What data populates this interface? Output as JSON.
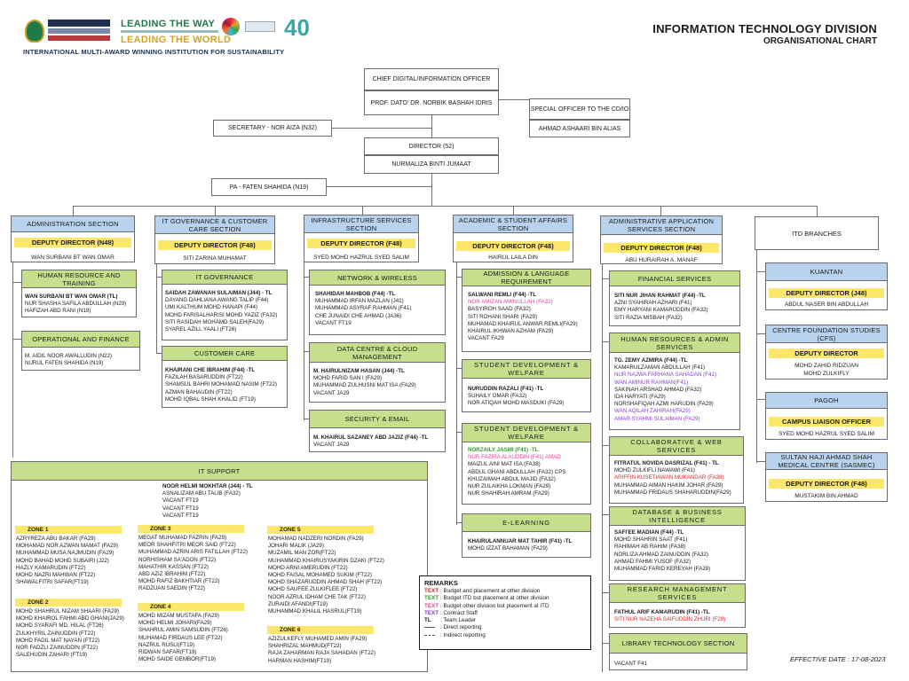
{
  "header": {
    "title": "INFORMATION TECHNOLOGY DIVISION",
    "subtitle": "ORGANISATIONAL CHART",
    "logo_text_1": "LEADING THE WAY",
    "logo_text_2": "LEADING THE WORLD",
    "anniversary": "40",
    "tagline": "INTERNATIONAL MULTI-AWARD WINNING INSTITUTION FOR SUSTAINABILITY"
  },
  "top": {
    "cdio_title": "CHIEF DIGITAL/INFORMATION OFFICER",
    "cdio_name": "PROF. DATO' DR. NORBIK BASHAH IDRIS",
    "special_title": "SPECIAL OFFICER TO THE CD/IO",
    "special_name": "AHMAD ASHAARI BIN ALIAS",
    "secretary": "SECRETARY - NOR AIZA (N32)",
    "director_title": "DIRECTOR (52)",
    "director_name": "NURMALIZA BINTI JUMAAT",
    "pa": "PA - FATEN SHAHIDA (N19)"
  },
  "sections": {
    "admin": {
      "title": "ADMINISTRATION SECTION",
      "dd": "DEPUTY DIRECTOR (N48)",
      "dd_name": "WAN SURBANI BT WAN OMAR"
    },
    "gov": {
      "title": "IT GOVERNANCE & CUSTOMER CARE SECTION",
      "dd": "DEPUTY DIRECTOR (F48)",
      "dd_name": "SITI ZARINA MUHAMAT"
    },
    "infra": {
      "title": "INFRASTRUCTURE SERVICES SECTION",
      "dd": "DEPUTY DIRECTOR (F48)",
      "dd_name": "SYED MOHD HAZRUL SYED SALIM"
    },
    "acad": {
      "title": "ACADEMIC & STUDENT AFFAIRS SECTION",
      "dd": "DEPUTY DIRECTOR (F48)",
      "dd_name": "HAIRUL LAILA DIN"
    },
    "app": {
      "title": "ADMINISTRATIVE APPLICATION SERVICES SECTION",
      "dd": "DEPUTY DIRECTOR (F48)",
      "dd_name": "ABU HURAIRAH A. MANAF"
    },
    "branches": {
      "title": "ITD BRANCHES"
    }
  },
  "units": {
    "hr": {
      "title": "HUMAN RESOURCE AND TRAINING",
      "lead": "WAN SURBANI BT WAN OMAR (TL)",
      "members": [
        "NUR SHASHA SAFILA ABDULLAH (N29)",
        "HAFIZAH ABD RANI (N19)"
      ]
    },
    "opfin": {
      "title": "OPERATIONAL AND FINANCE",
      "members": [
        "M. AIDIL NOOR AWALLUDIN (N22)",
        "NURUL FATEN SHAHIDA (N19)"
      ]
    },
    "itgov": {
      "title": "IT GOVERNANCE",
      "lead": "SAIDAH ZAWANAH SULAIMAN (J44) - TL",
      "members": [
        "DAYANG DAHLIANA AWANG TALIP (F44)",
        "UMI KALTHUM MOHD HANAPI (F44)",
        "MOHD FARISALHARISI MOHD YAZIZ (FA32)",
        "SITI RASIDAH MOHAMD SALEH(FA29)",
        "SYAREL AZILL YAALI (FT26)"
      ]
    },
    "cc": {
      "title": "CUSTOMER CARE",
      "lead": "KHAIRANI CHE IBRAHIM (F44) -TL",
      "members": [
        "FAZILAH BASARUDDIN (FT22)",
        "SHAMSUL BAHRI MOHAMAD NASIM (FT22)",
        "AZMAN BAHAUDIN (FT22)",
        "MOHD IQBAL SHAH KHALID (FT19)"
      ]
    },
    "net": {
      "title": "NETWORK & WIRELESS",
      "lead": "SHAHIDAH MAHBOB (F44) -TL",
      "members": [
        "MUHAMMAD IRFAN MAZLAN (J41)",
        "MUHAMMAD ASYRAF RAHMAN (F41)",
        "CHE JUNAIDI CHE AHMAD (JA36)",
        "VACANT FT19"
      ]
    },
    "dc": {
      "title": "DATA CENTRE & CLOUD MANAGEMENT",
      "lead": "M. HAIRULNIZAM HASAN (J44) -TL",
      "members": [
        "MOHD FARID SAN I (FA29)",
        "MUHAMMAD ZULHUSNI MAT ISA (FA29)",
        "VACANT JA29"
      ]
    },
    "sec": {
      "title": "SECURITY & EMAIL",
      "lead": "M. KHAIRUL SAZANEY ABD JAZIZ (F44) -TL",
      "members": [
        "VACANT JA29"
      ]
    },
    "adm": {
      "title": "ADMISSION & LANGUAGE REQUIREMENT",
      "lead": "SALWANI REMLI (F44) -TL",
      "pink": "NOR AMIZAN AMINULLAH (FA32)",
      "members": [
        "BASYIROH SAAD (FA32)",
        "SITI ROHANI SHARI (FA29)",
        "MUHAMAD KHAIRUL ANWAR REMLI(FA29)",
        "KHAIRUL IKHWAN AZHAM (FA29)",
        "VACANT FA29"
      ]
    },
    "sdw1": {
      "title": "STUDENT DEVELOPMENT & WELFARE",
      "lead": "NURUDDIN RAZALI (F41) -TL",
      "members": [
        "SUHAILY OMAR (FA32)",
        "NOR ATIQAH MOHD MASDUKI (FA29)"
      ]
    },
    "sdw2": {
      "title": "STUDENT DEVELOPMENT & WELFARE",
      "lead": "NORZAILY JASMI (F41) -TL",
      "pink": "NUR FAZIRA ALAUDDIN (F41) AMAD",
      "members": [
        "MAIZUL AINI MAT ISA (FA38)",
        "ABDUL GHANI ABDULLAH (FA32) CPS",
        "KHUZAIMAH ABDUL MAJID (FA32)",
        "NUR ZULAIKHA LOKMAN (FA29)",
        "NUR SHAHIRAH AMRAM (FA29)"
      ]
    },
    "elearn": {
      "title": "E-LEARNING",
      "lead": "KHAIRULANNUAR MAT TAHIR (F41) -TL",
      "members": [
        "MOHD IZZAT BAHAMAN (FA29)"
      ]
    },
    "fin": {
      "title": "FINANCIAL SERVICES",
      "lead": "SITI NUR JIHAN RAHMAT (F44) -TL",
      "members": [
        "AZNI SYAHIRAH AZHARI (F41)",
        "EMY HARYANI KAMARUDDIN (FA32)",
        "SITI RAZIA MISBAH (FA32)"
      ]
    },
    "hra": {
      "title": "HUMAN RESOURCES & ADMIN SERVICES",
      "lead": "TG. ZEMY AZMIRA (F44) -TL",
      "members1": [
        "KAMARULZAMAN ABDULLAH (F41)"
      ],
      "purple1": [
        "NUR NAJWA FARHANA SAHADAN (F41)",
        "WAN AMINUR RAHMAN(F41)"
      ],
      "members2": [
        "SAKINAH ARSHAD AHMAD (FA32)",
        "IDA HARYATI (FA29)",
        "NORSHAFIQAH AZMI HARUDIN (FA29)"
      ],
      "purple2": [
        "WAN AQILAH ZAHIRAH(FA29)",
        "AMAR SYAHMI SULAIMAN (FA29)"
      ]
    },
    "collab": {
      "title": "COLLABORATIVE & WEB SERVICES",
      "lead": "FITRATUL NOVIDA DASRIZAL (F41) - TL",
      "members1": [
        "MOHD ZULKIFLI NAWAWI (F41)"
      ],
      "red": "ARIFFIN KUSETIAWAN MUKANDAR (FA38)",
      "members2": [
        "MUHAMMAD AIMAN HAKIM JOHAR (FA29)",
        "MUHAMMAD FRIDAUS SHAHARUDDIN(FA29)"
      ]
    },
    "db": {
      "title": "DATABASE & BUSINESS INTELLIGENCE",
      "lead": "SAFI'EE MADIAN (F44) -TL",
      "members": [
        "MOHD SHAHRIN SAAT (F41)",
        "RAHIMAH AB RAHIM (FA38)",
        "NORLIZA AHMAD ZAINUDDIN (FA32)",
        "AHMAD FAHMI YUSOF (FA32)",
        "MUHAMMAD FARID KEREYAH (FA29)"
      ]
    },
    "rm": {
      "title": "RESEARCH MANAGEMENT SERVICES",
      "lead": "FATHUL ARIF KAMARUDIN (F41) -TL",
      "red": "SITI NUR NAZEHA SAIFUDDIN ZHURI (F29)"
    },
    "lib": {
      "title": "LIBRARY TECHNOLOGY SECTION",
      "members": [
        "VACANT F41"
      ]
    }
  },
  "branches": {
    "kuantan": {
      "title": "KUANTAN",
      "dd": "DEPUTY DIRECTOR (J48)",
      "name": "ABDUL NASER BIN ABDULLAH"
    },
    "cfs": {
      "title": "CENTRE FOUNDATION STUDIES (CFS)",
      "dd": "DEPUTY DIRECTOR",
      "names": [
        "MOHD ZAHID RIDZUAN",
        "MOHD ZULKIFLY"
      ]
    },
    "pagoh": {
      "title": "PAGOH",
      "dd": "CAMPUS LIAISON OFFICER",
      "name": "SYED MOHD HAZRUL SYED SALIM"
    },
    "sasmec": {
      "title": "SULTAN HAJI AHMAD SHAH MEDICAL CENTRE (SASMEC)",
      "dd": "DEPUTY DIRECTOR (F48)",
      "name": "MUSTAKIM BIN AHMAD"
    }
  },
  "itsupport": {
    "title": "IT SUPPORT",
    "lead": "NOOR HELMI MOKHTAR (J44) - TL",
    "lead_members": [
      "ASNALIZAM ABU TALIB (FA32)",
      "VACANT FT19",
      "VACANT FT19",
      "VACANT FT19"
    ],
    "zones": [
      {
        "label": "ZONE 1",
        "members": [
          "AZRYREZA ABU BAKAR (FA29)",
          "MOHAMAD NOR AZWAN MAMAT (FA29)",
          "MUHAMMAD MUSA NAJMUDIN (FA29)",
          "MOHD BAHAD MOHD SUBAIRI (J22)",
          "HAZLY KAMARUDIN (FT22)",
          "MOHD NAZRI MAHWAN (FT22)",
          "SHAWALFITRI SAFAR(FT19)"
        ]
      },
      {
        "label": "ZONE 2",
        "members": [
          "MOHD SHAHRUL NIZAM SHAARI (FA29)",
          "MOHD KHAIROL FAHMI ABD GHANI(JA29)",
          "MOHD SYARAFI MD. HILAL (FT26)",
          "ZULKHYRIL ZAINUDDIN (FT22)",
          "MOHD FADIL MAT NAYAN (FT22)",
          "NOR FADZLI ZAINUDDIN (FT22)",
          "SALEHUDIN ZAHARI (FT19)"
        ]
      },
      {
        "label": "ZONE 3",
        "members": [
          "MEGAT MUHAMAD FAZRIN (FA29)",
          "MEOR SHAHFITRI MEOR SAID (FT22)",
          "MUHAMMAD AZRIN ARIS FATILLAH (FT22)",
          "NORHISHAM SA'ADON (FT22)",
          "MAHATHIR KASSAN (FT22)",
          "ABD AZIZ IBRAHIM (FT22)",
          "MOHD RAFIZ BAKHTIAR (FT22)",
          "RADZUAN SAEDIN (FT22)"
        ]
      },
      {
        "label": "ZONE 4",
        "members": [
          "MOHD MIZAM MUSTAFA (FA29)",
          "MOHD HELMI JOHARI(FA29)",
          "SHAHRUL AMIN SAMSUDIN (FT26)",
          "MUHAMAD FIRDAUS LEE (FT22)",
          "NAZRUL RUSLI(FT19)",
          "RIDWAN SAFAR(FT19)",
          "MOHD SAIDE GEMBOR(FT19)"
        ]
      },
      {
        "label": "ZONE 5",
        "members": [
          "MOHAMAD NADZERI NORDIN (FA29)",
          "JOHARI MALIK (JA29)",
          "MUZAMIL MAN ZOR(FT22)",
          "MUHAMMAD KHAIRUSYAKIRIN DZAKI (FT22)",
          "MOHD ARNI AMERUDIN (FT22)",
          "MOHD FAISAL MOHAMED SUKIM (FT22)",
          "MOHD SHAZARUDDIN AHMAD SHAH (FT22)",
          "MOHD SAUFEE ZULKIFLEE (FT22)",
          "NOOR AZRUL IDHAM CHE TAK (FT22)",
          "ZURAIDI AFANDI(FT19)",
          "MUHAMMAD KHALIL HASRUL(FT19)"
        ]
      },
      {
        "label": "ZONE 6",
        "members": [
          "AZIZULKEFLY MUHAMED AMIN (FA29)",
          "SHAHRIZAL MAHMUD(FT22)",
          "RAJA ZAHARMAN RAJA SAHADAN (FT22)",
          "HARMAN HASHIM(FT19)"
        ]
      }
    ]
  },
  "remarks": {
    "title": "REMARKS",
    "items": [
      {
        "key": "TEXT",
        "color": "#d8262c",
        "text": ": Budget and placement at other division"
      },
      {
        "key": "TEXT",
        "color": "#2e9a2e",
        "text": ": Budget ITD but placement at other division"
      },
      {
        "key": "TEXT",
        "color": "#e0459a",
        "text": ": Budget other division but placement at ITD"
      },
      {
        "key": "TEXT",
        "color": "#8a3fd0",
        "text": ": Contract Staff"
      },
      {
        "key": "TL",
        "color": "#1a1a1a",
        "text": ": Team Leader"
      },
      {
        "key": "",
        "color": "#1a1a1a",
        "text": ": Direct reporting"
      },
      {
        "key": "",
        "color": "#1a1a1a",
        "text": ": Indirect reporting"
      }
    ]
  },
  "effective": "EFFECTIVE DATE : 17-08-2023",
  "colors": {
    "yellow": "#fde76a",
    "blue": "#b9d3ef",
    "green": "#c5df8c",
    "grey": "#e3e3e3"
  }
}
